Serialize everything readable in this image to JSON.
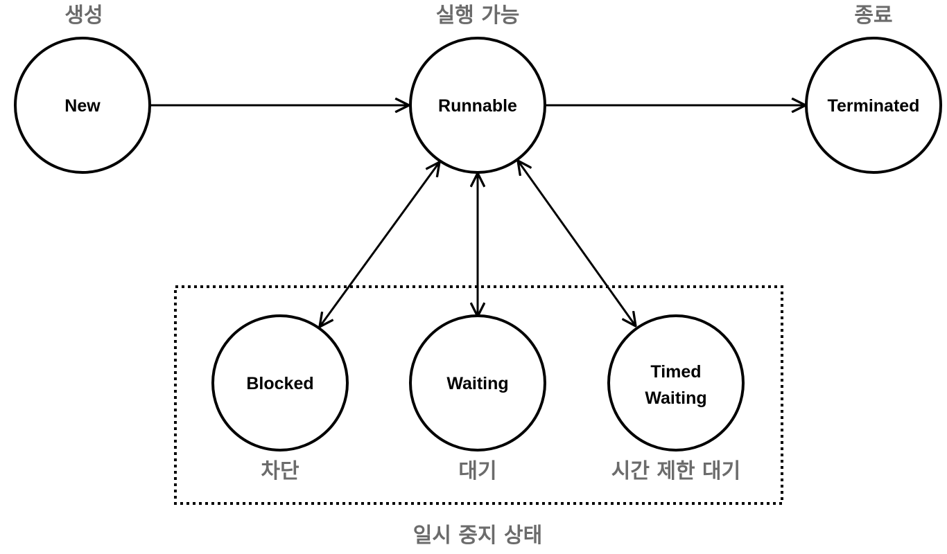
{
  "diagram": {
    "colors": {
      "stroke": "#000000",
      "korean_text": "#6b6b6b",
      "background": "#ffffff"
    },
    "nodes": {
      "new": {
        "label": "New",
        "caption": "생성"
      },
      "runnable": {
        "label": "Runnable",
        "caption": "실행 가능"
      },
      "terminated": {
        "label": "Terminated",
        "caption": "종료"
      },
      "blocked": {
        "label": "Blocked",
        "caption": "차단"
      },
      "waiting": {
        "label": "Waiting",
        "caption": "대기"
      },
      "timed_waiting": {
        "label_line1": "Timed",
        "label_line2": "Waiting",
        "caption": "시간 제한 대기"
      }
    },
    "group": {
      "label": "일시 중지 상태"
    },
    "edges": [
      {
        "from": "New",
        "to": "Runnable",
        "direction": "one-way"
      },
      {
        "from": "Runnable",
        "to": "Terminated",
        "direction": "one-way"
      },
      {
        "from": "Runnable",
        "to": "Blocked",
        "direction": "two-way"
      },
      {
        "from": "Runnable",
        "to": "Waiting",
        "direction": "two-way"
      },
      {
        "from": "Runnable",
        "to": "Timed Waiting",
        "direction": "two-way"
      }
    ]
  }
}
